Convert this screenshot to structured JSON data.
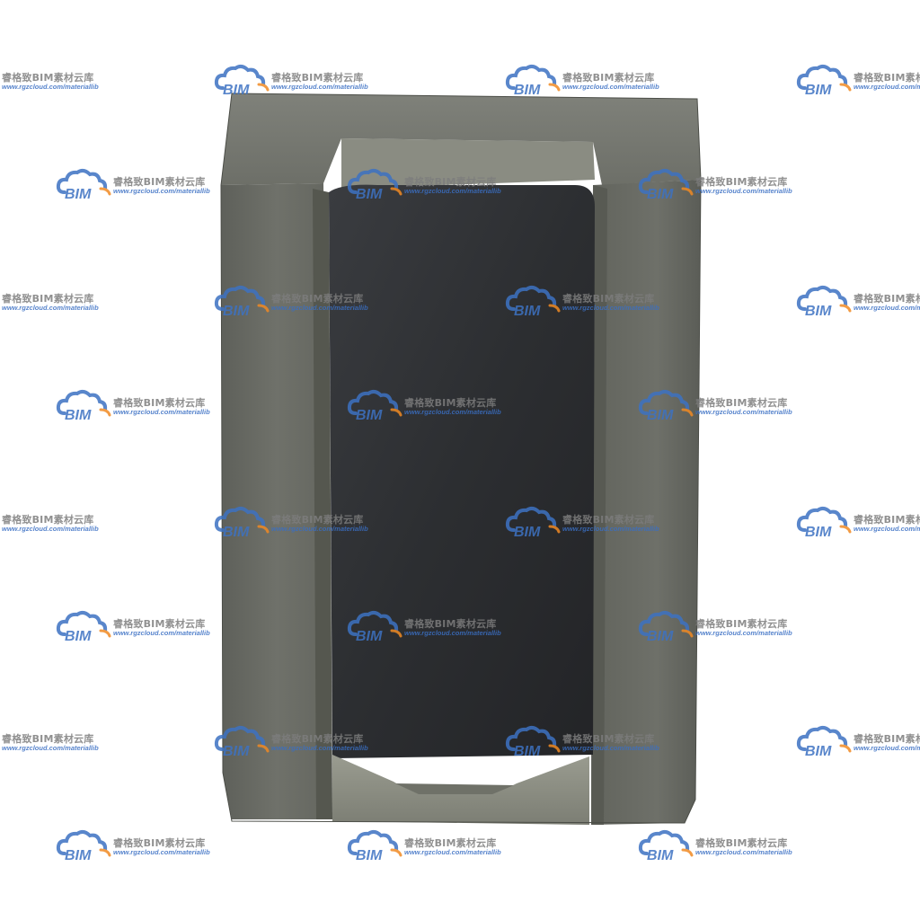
{
  "image": {
    "subject": "gray U-channel concrete block model",
    "colors": {
      "background": "#ffffff",
      "block_face": "#6e7068",
      "block_top": "#7b7d75",
      "inner_channel": "#2e3033",
      "channel_highlight": "#8f9187",
      "watermark_cloud": "#3d72c2",
      "watermark_accent": "#f08a24"
    }
  },
  "watermark": {
    "logo_text": "BIM",
    "title": "睿格致BIM素材云库",
    "url": "www.rgzcloud.com/materiallib",
    "icon": "cloud-logo-icon"
  }
}
